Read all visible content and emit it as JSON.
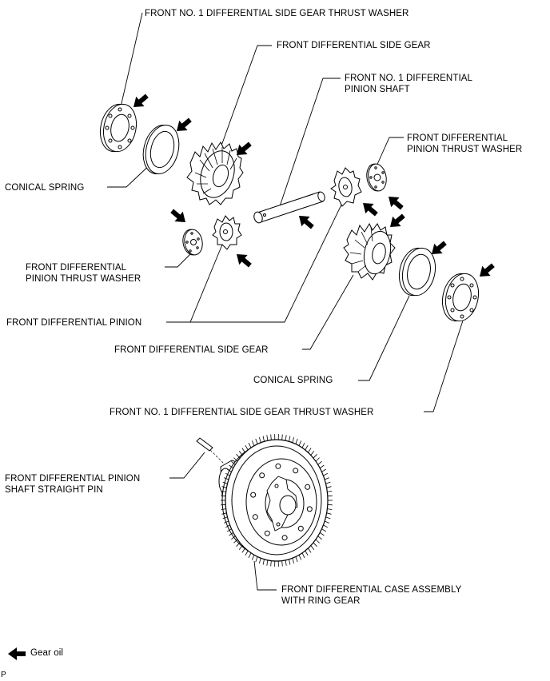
{
  "labels": {
    "thrust_washer_top": "FRONT NO. 1 DIFFERENTIAL SIDE GEAR THRUST WASHER",
    "side_gear_top": "FRONT DIFFERENTIAL SIDE GEAR",
    "pinion_shaft_line1": "FRONT NO. 1 DIFFERENTIAL",
    "pinion_shaft_line2": "PINION SHAFT",
    "pinion_thrust_right_line1": "FRONT DIFFERENTIAL",
    "pinion_thrust_right_line2": "PINION THRUST WASHER",
    "conical_spring_left": "CONICAL SPRING",
    "pinion_thrust_left_line1": "FRONT DIFFERENTIAL",
    "pinion_thrust_left_line2": "PINION THRUST WASHER",
    "pinion": "FRONT DIFFERENTIAL PINION",
    "side_gear_bottom": "FRONT DIFFERENTIAL SIDE GEAR",
    "conical_spring_right": "CONICAL SPRING",
    "thrust_washer_bottom": "FRONT NO. 1 DIFFERENTIAL SIDE GEAR THRUST WASHER",
    "straight_pin_line1": "FRONT DIFFERENTIAL PINION",
    "straight_pin_line2": "SHAFT STRAIGHT PIN",
    "case_line1": "FRONT DIFFERENTIAL CASE ASSEMBLY",
    "case_line2": "WITH RING GEAR"
  },
  "legend": {
    "icon": "arrow-left-icon",
    "text": "Gear oil"
  },
  "corner_mark": "P"
}
